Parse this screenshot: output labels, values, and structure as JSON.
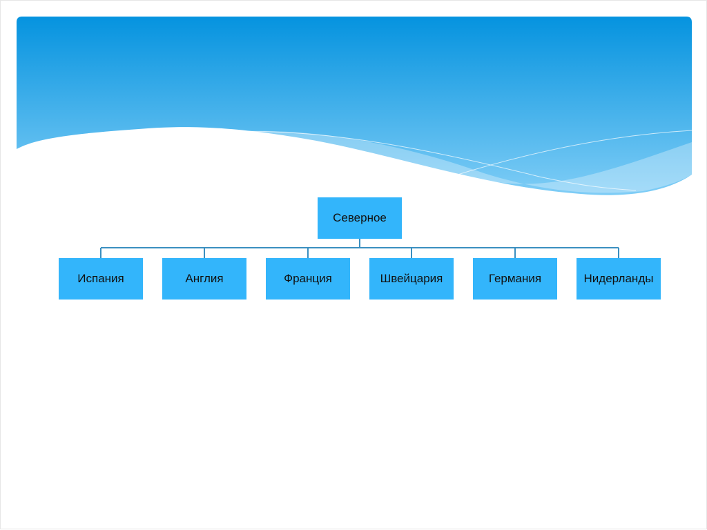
{
  "colors": {
    "box": "#33b5fb",
    "connector": "#3a8fc0",
    "header_top": "#0593df",
    "header_bottom": "#6cc4f4"
  },
  "diagram": {
    "root": "Северное",
    "children": [
      "Испания",
      "Англия",
      "Франция",
      "Швейцария",
      "Германия",
      "Нидерланды"
    ]
  }
}
